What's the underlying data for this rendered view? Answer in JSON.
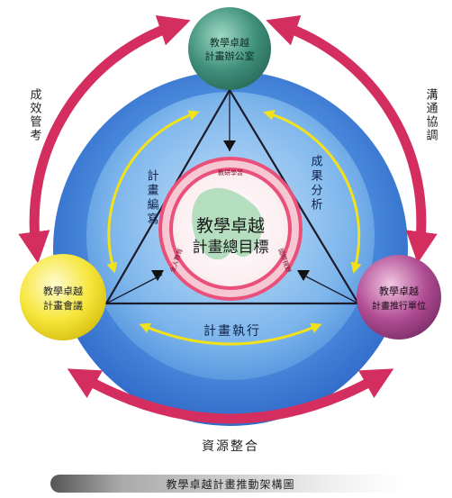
{
  "nodes": {
    "top": {
      "line1": "教學卓越",
      "line2": "計畫辦公室"
    },
    "left": {
      "line1": "教學卓越",
      "line2": "計畫會議"
    },
    "right": {
      "line1": "教學卓越",
      "line2": "計畫推行單位"
    }
  },
  "center": {
    "line1": "教學卓越",
    "line2": "計畫總目標",
    "arc_top": "教研學習",
    "arc_left": "全人教育",
    "arc_right": "國際視野"
  },
  "inner_labels": {
    "left_side": "計畫編寫",
    "right_side": "成果分析",
    "bottom": "計畫執行"
  },
  "outer_labels": {
    "left": "成效管考",
    "right": "溝通協調",
    "bottom": "資源整合"
  },
  "footer": {
    "caption": "教學卓越計畫推動架構圖"
  },
  "colors": {
    "outer_arrows": "#d42d5f",
    "inner_arrows": "#f3e21a",
    "top_node": "#3f8f7a",
    "left_node": "#f6e63a",
    "right_node": "#b04c93",
    "ring_blue": "#2f6fd0",
    "center_ring": "#e9507a"
  }
}
